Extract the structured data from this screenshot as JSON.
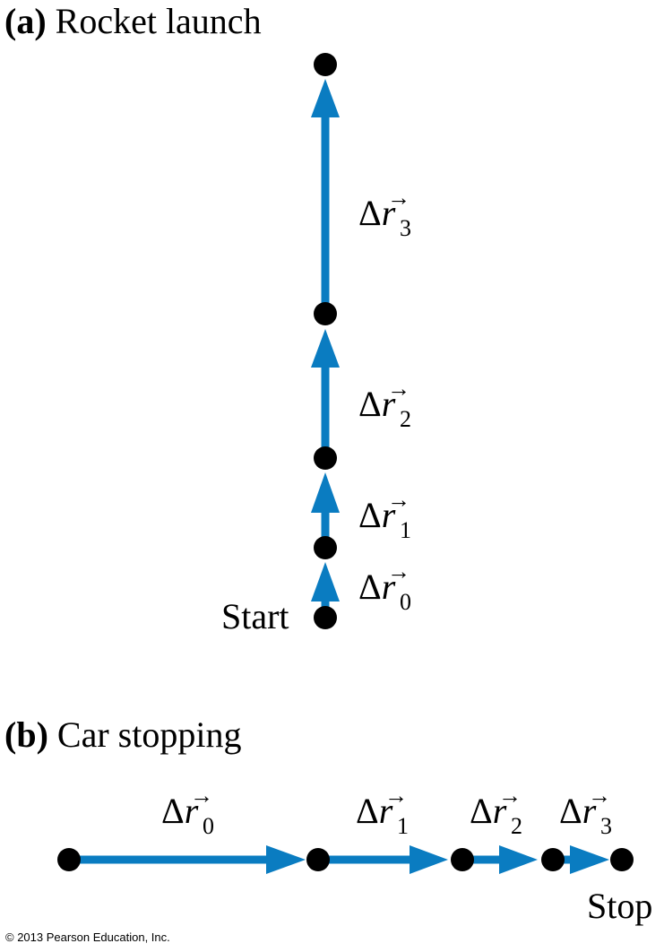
{
  "colors": {
    "arrow": "#0a7cc1",
    "dot": "#000000",
    "text": "#000000"
  },
  "panel_a": {
    "title_letter": "(a)",
    "title_text": "Rocket launch",
    "start_label": "Start",
    "vectors": [
      {
        "delta": "Δ",
        "r": "r",
        "arrow_mark": "→",
        "sub": "0"
      },
      {
        "delta": "Δ",
        "r": "r",
        "arrow_mark": "→",
        "sub": "1"
      },
      {
        "delta": "Δ",
        "r": "r",
        "arrow_mark": "→",
        "sub": "2"
      },
      {
        "delta": "Δ",
        "r": "r",
        "arrow_mark": "→",
        "sub": "3"
      }
    ]
  },
  "panel_b": {
    "title_letter": "(b)",
    "title_text": "Car stopping",
    "stop_label": "Stop",
    "vectors": [
      {
        "delta": "Δ",
        "r": "r",
        "arrow_mark": "→",
        "sub": "0"
      },
      {
        "delta": "Δ",
        "r": "r",
        "arrow_mark": "→",
        "sub": "1"
      },
      {
        "delta": "Δ",
        "r": "r",
        "arrow_mark": "→",
        "sub": "2"
      },
      {
        "delta": "Δ",
        "r": "r",
        "arrow_mark": "→",
        "sub": "3"
      }
    ]
  },
  "copyright": "© 2013 Pearson Education, Inc."
}
